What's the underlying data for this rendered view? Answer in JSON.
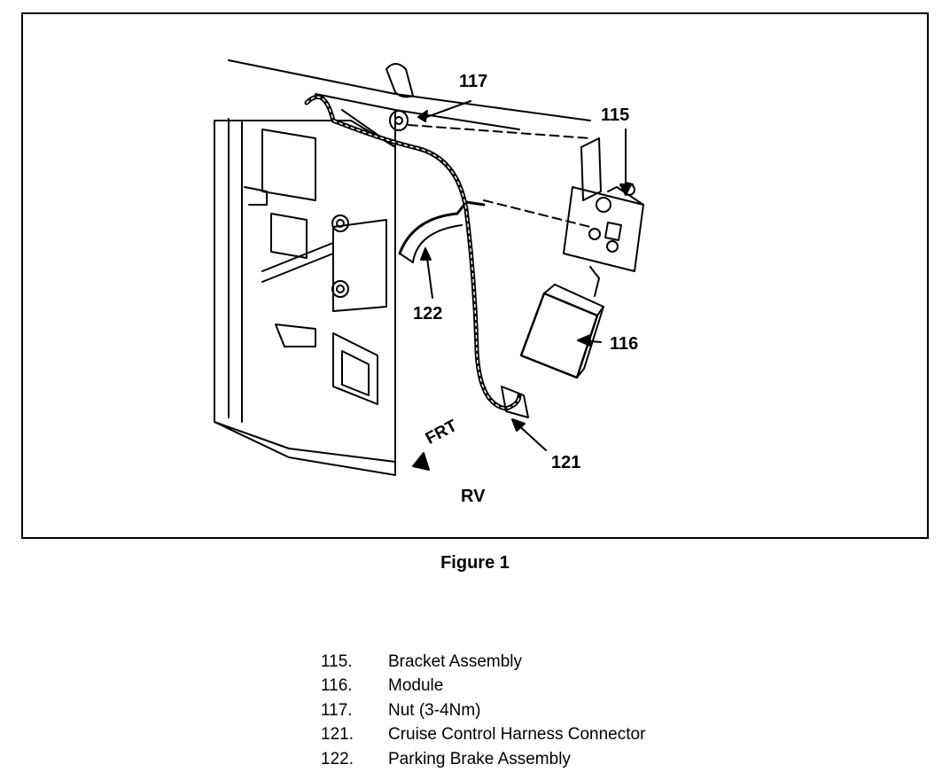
{
  "figure": {
    "view_label": "RV",
    "direction_label": "FRT",
    "callouts": {
      "c115": "115",
      "c116": "116",
      "c117": "117",
      "c121": "121",
      "c122": "122"
    }
  },
  "caption": "Figure 1",
  "legend": [
    {
      "num": "115.",
      "text": "Bracket Assembly"
    },
    {
      "num": "116.",
      "text": "Module"
    },
    {
      "num": "117.",
      "text": "Nut (3-4Nm)"
    },
    {
      "num": "121.",
      "text": "Cruise Control Harness Connector"
    },
    {
      "num": "122.",
      "text": "Parking Brake Assembly"
    }
  ]
}
